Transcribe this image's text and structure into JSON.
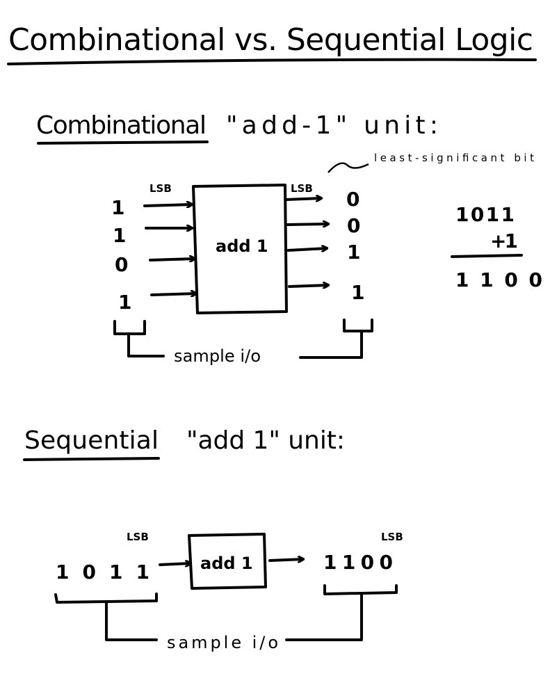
{
  "title": "Combinational vs. Sequential Logic",
  "combinational": {
    "heading_word": "Combinational",
    "heading_rest": "\"add-1\" unit:",
    "annotation": "least-significant bit",
    "lsb_in": "LSB",
    "lsb_out": "LSB",
    "box_label": "add 1",
    "inputs": [
      "1",
      "1",
      "0",
      "1"
    ],
    "outputs": [
      "0",
      "0",
      "1",
      "1"
    ],
    "sample_label": "sample i/o",
    "addition": {
      "top": "1011",
      "addend": "+1",
      "result": "1100"
    }
  },
  "sequential": {
    "heading_word": "Sequential",
    "heading_rest": "\"add 1\" unit:",
    "input": "1 0 1 1",
    "output": "1 1 0 0",
    "lsb_in": "LSB",
    "lsb_out": "LSB",
    "box_label": "add 1",
    "sample_label": "sample i/o"
  }
}
